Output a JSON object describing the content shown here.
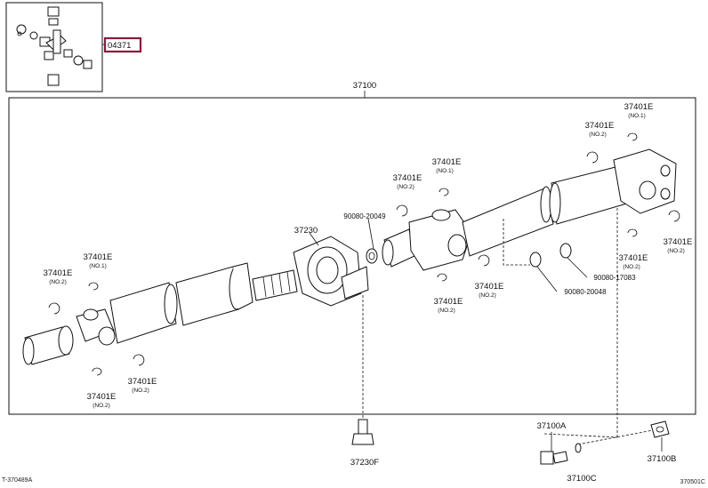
{
  "diagram": {
    "inset_part_number": "04371",
    "assembly_number": "37100",
    "labels": {
      "p_37230": "37230",
      "p_90080_20049": "90080-20049",
      "p_90080_17083": "90080-17083",
      "p_90080_20048": "90080-20048",
      "p_37100a": "37100A",
      "p_37100b": "37100B",
      "p_37100c": "37100C",
      "p_37230f": "37230F"
    },
    "e_label": "37401E",
    "e_items": [
      {
        "sub": "(NO.1)"
      },
      {
        "sub": "(NO.2)"
      },
      {
        "sub": "(NO.2)"
      },
      {
        "sub": "(NO.2)"
      },
      {
        "sub": "(NO.1)"
      },
      {
        "sub": "(NO.2)"
      },
      {
        "sub": "(NO.2)"
      },
      {
        "sub": "(NO.2)"
      },
      {
        "sub": "(NO.1)"
      },
      {
        "sub": "(NO.2)"
      },
      {
        "sub": "(NO.2)"
      },
      {
        "sub": "(NO.2)"
      }
    ],
    "footer_left": "T-370489A",
    "footer_right": "370501C"
  },
  "colors": {
    "highlight": "#8b1a3a",
    "line": "#111111"
  }
}
